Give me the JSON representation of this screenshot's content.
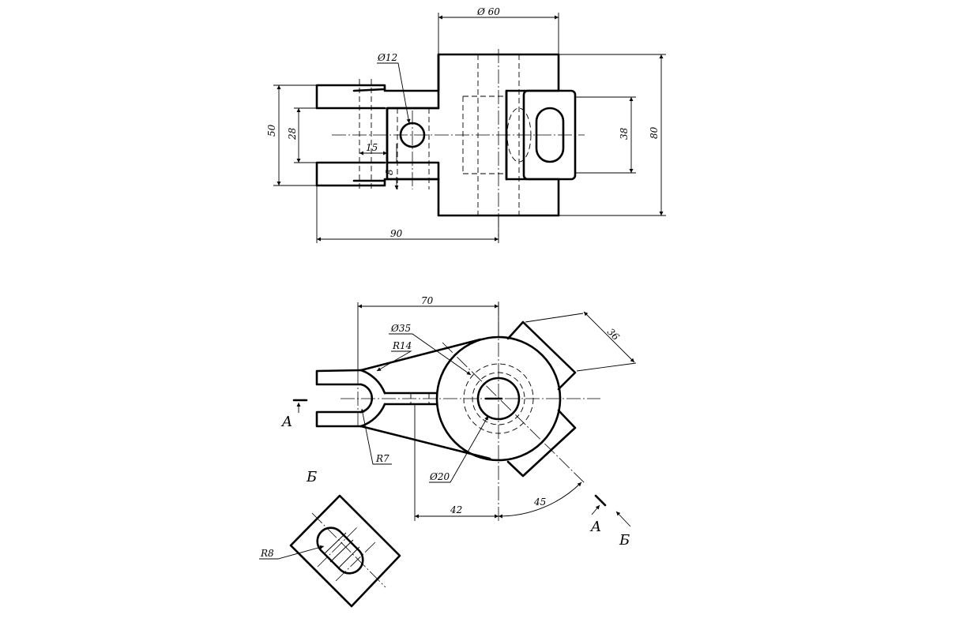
{
  "top_view": {
    "dims": {
      "dia60": "Ø 60",
      "dia12": "Ø12",
      "d50": "50",
      "d28": "28",
      "d15": "15",
      "d8": "8",
      "d38": "38",
      "d80": "80",
      "d90": "90"
    }
  },
  "front_view": {
    "dims": {
      "d70": "70",
      "dia35": "Ø35",
      "r14": "R14",
      "d36": "36",
      "r7": "R7",
      "dia20": "Ø20",
      "d42": "42",
      "d45": "45"
    },
    "labels": {
      "section_a_left": "A",
      "section_a_right": "A",
      "view_b_label": "Б",
      "view_b_arrow": "Б"
    }
  },
  "aux_view": {
    "dims": {
      "r8": "R8"
    }
  }
}
